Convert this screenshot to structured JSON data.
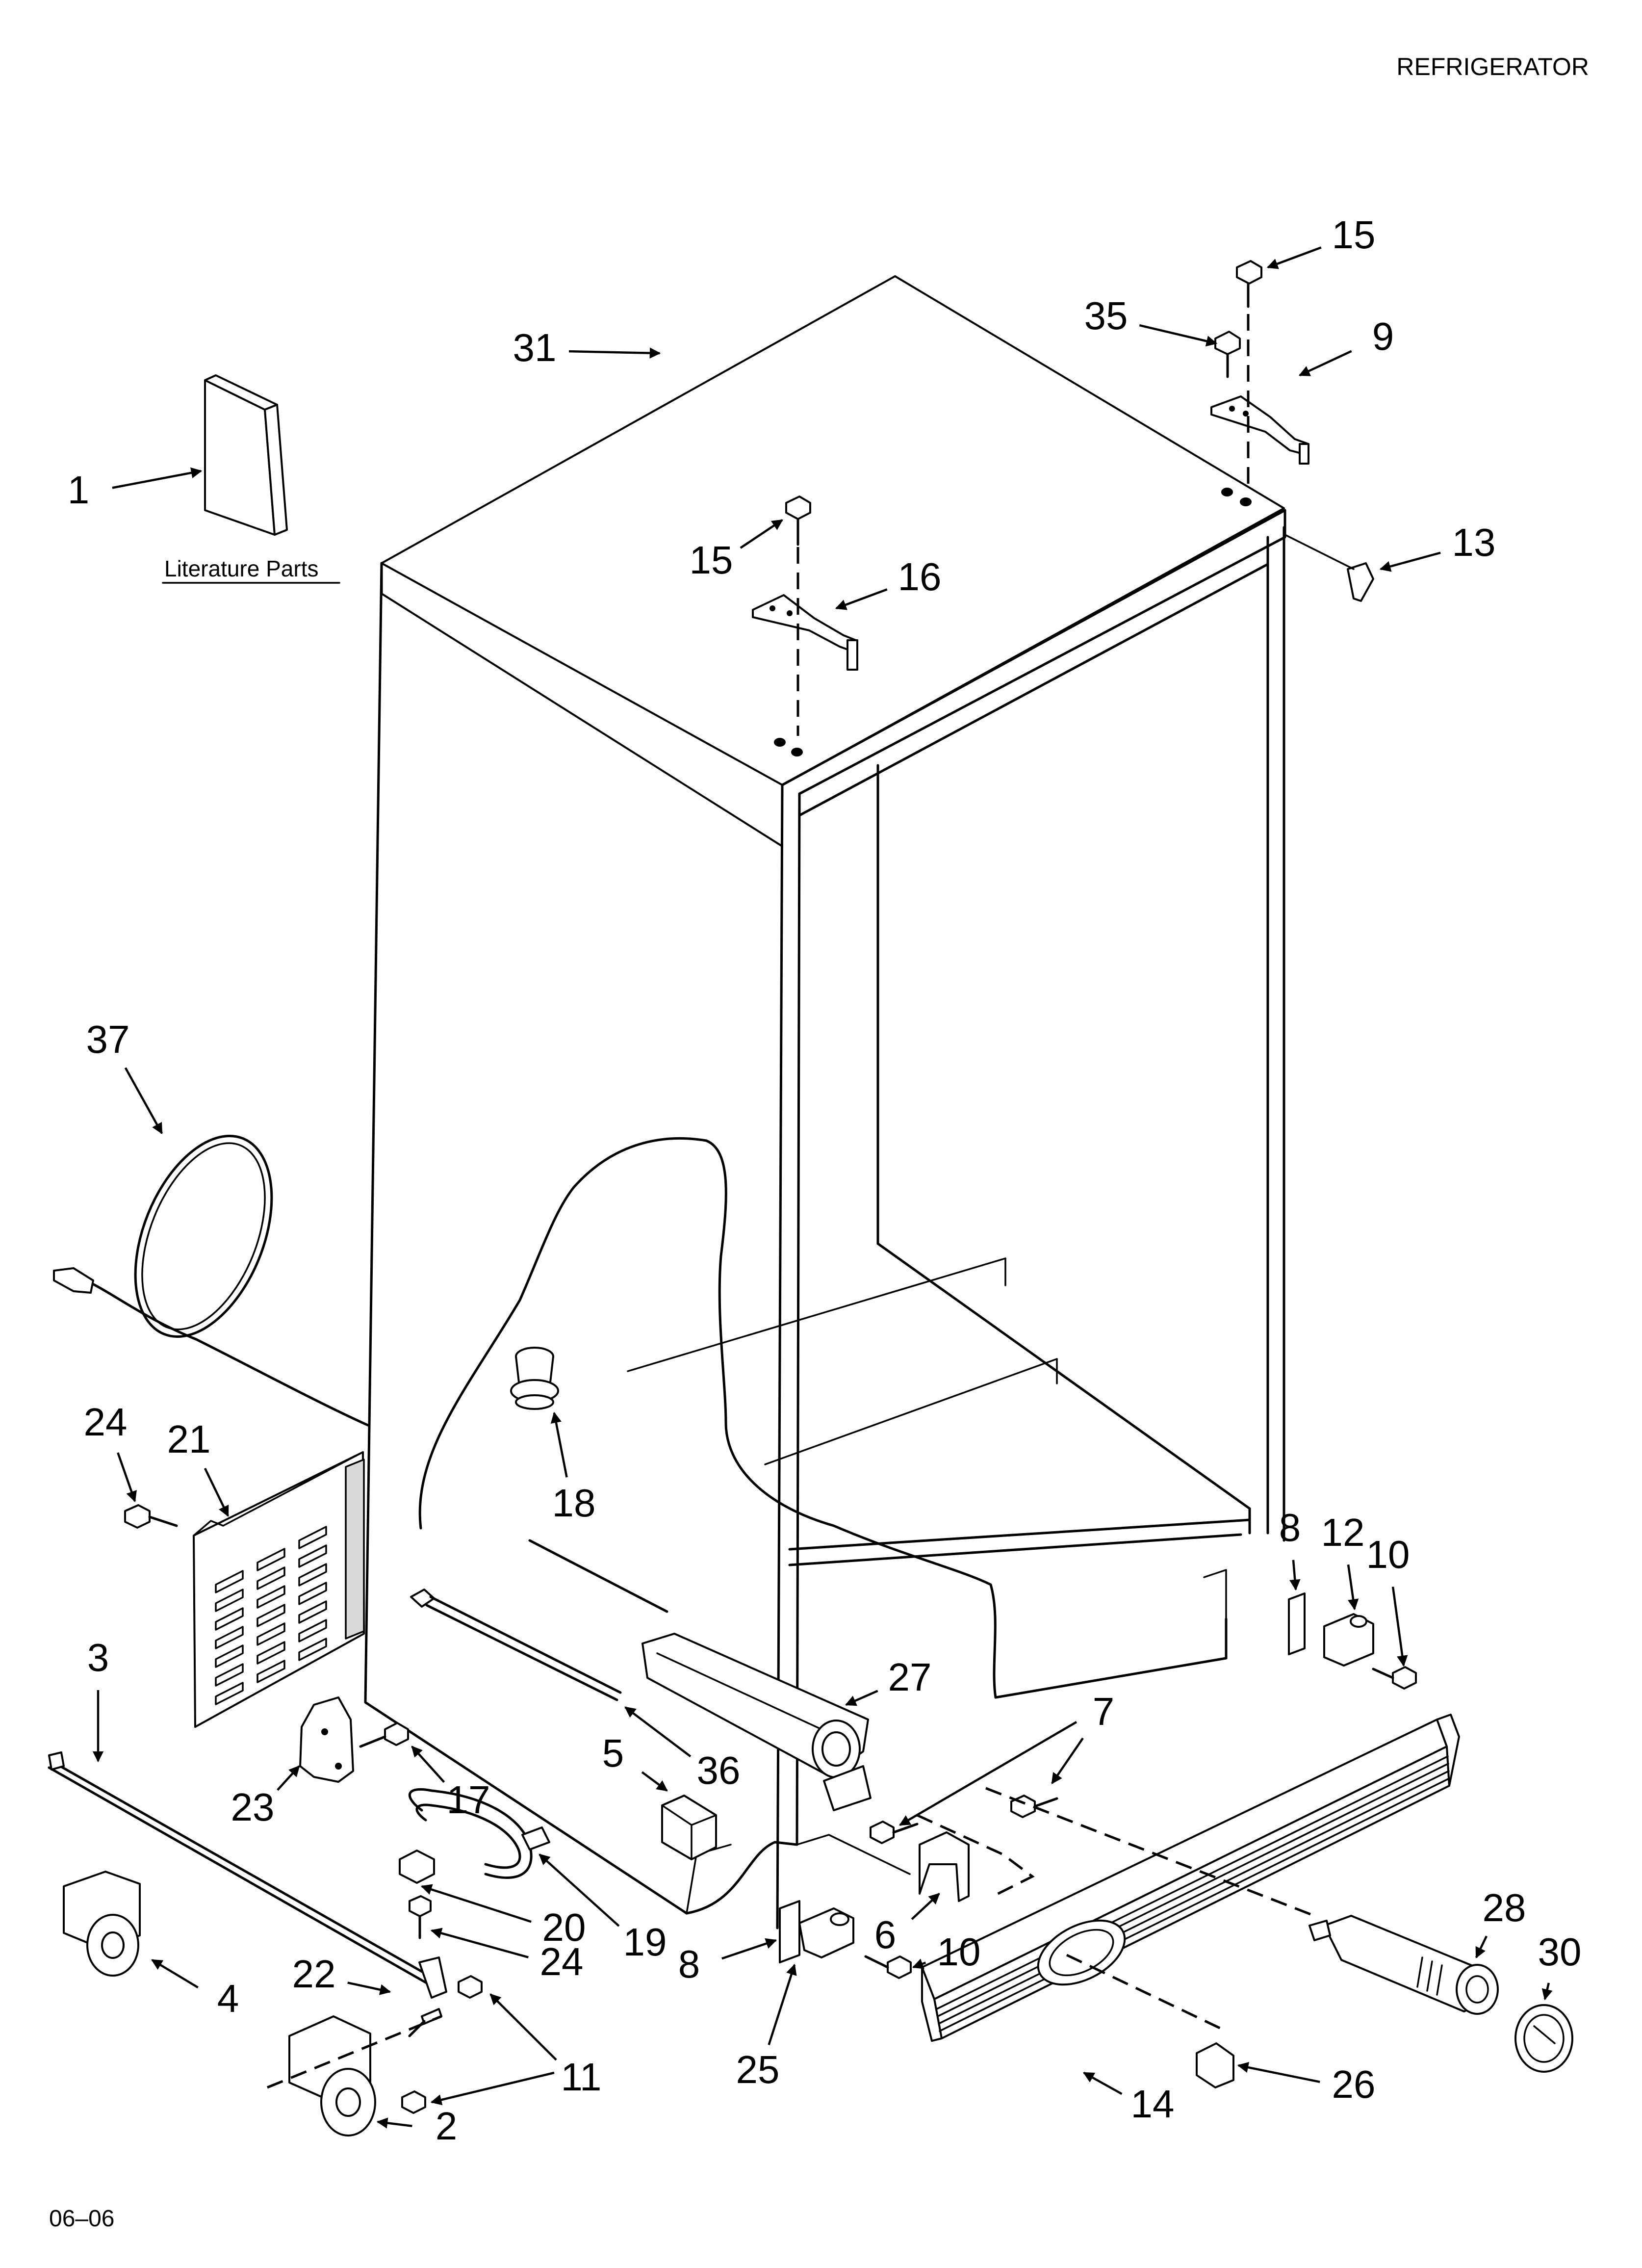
{
  "header": {
    "title": "REFRIGERATOR"
  },
  "footer": {
    "code": "06–06"
  },
  "literature": {
    "label": "Literature Parts"
  },
  "callouts": [
    "1",
    "15",
    "35",
    "9",
    "31",
    "15",
    "16",
    "13",
    "37",
    "24",
    "21",
    "18",
    "8",
    "12",
    "10",
    "3",
    "27",
    "7",
    "23",
    "17",
    "5",
    "36",
    "20",
    "19",
    "24",
    "8",
    "6",
    "10",
    "28",
    "30",
    "22",
    "4",
    "11",
    "25",
    "14",
    "26",
    "2"
  ],
  "parts": [
    {
      "number": "1",
      "icon": "literature-booklet-icon"
    },
    {
      "number": "2",
      "icon": "screw-icon"
    },
    {
      "number": "3",
      "icon": "rod-icon"
    },
    {
      "number": "4",
      "icon": "roller-icon"
    },
    {
      "number": "5",
      "icon": "block-icon"
    },
    {
      "number": "6",
      "icon": "clip-icon"
    },
    {
      "number": "7",
      "icon": "screw-icon"
    },
    {
      "number": "8",
      "icon": "plate-icon"
    },
    {
      "number": "9",
      "icon": "hinge-icon"
    },
    {
      "number": "10",
      "icon": "screw-icon"
    },
    {
      "number": "11",
      "icon": "screw-icon"
    },
    {
      "number": "12",
      "icon": "hinge-icon"
    },
    {
      "number": "13",
      "icon": "cap-icon"
    },
    {
      "number": "14",
      "icon": "grille-icon"
    },
    {
      "number": "15",
      "icon": "screw-icon"
    },
    {
      "number": "16",
      "icon": "hinge-icon"
    },
    {
      "number": "17",
      "icon": "screw-icon"
    },
    {
      "number": "18",
      "icon": "grommet-icon"
    },
    {
      "number": "19",
      "icon": "tube-icon"
    },
    {
      "number": "20",
      "icon": "clamp-icon"
    },
    {
      "number": "21",
      "icon": "access-cover-icon"
    },
    {
      "number": "22",
      "icon": "pin-icon"
    },
    {
      "number": "23",
      "icon": "bracket-icon"
    },
    {
      "number": "24",
      "icon": "screw-icon"
    },
    {
      "number": "25",
      "icon": "hinge-icon"
    },
    {
      "number": "26",
      "icon": "cap-icon"
    },
    {
      "number": "27",
      "icon": "filter-housing-icon"
    },
    {
      "number": "28",
      "icon": "water-filter-icon"
    },
    {
      "number": "30",
      "icon": "filter-cap-icon"
    },
    {
      "number": "31",
      "icon": "cabinet-icon"
    },
    {
      "number": "35",
      "icon": "screw-icon"
    },
    {
      "number": "36",
      "icon": "tube-icon"
    },
    {
      "number": "37",
      "icon": "water-line-icon"
    }
  ]
}
